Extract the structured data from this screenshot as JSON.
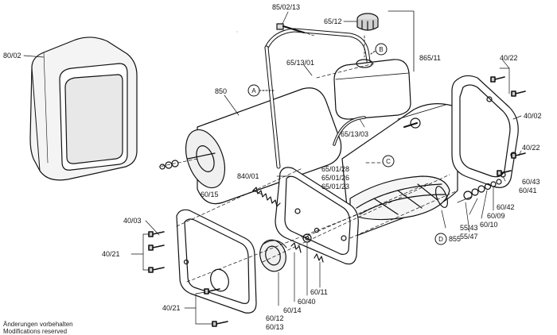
{
  "labels": {
    "p80_02": "80/02",
    "p85_02_13": "85/02/13",
    "p65_12": "65/12",
    "p865_11": "865/11",
    "p40_22_top": "40/22",
    "p65_13_01": "65/13/01",
    "p850": "850",
    "p40_02": "40/02",
    "p65_13_03": "65/13/03",
    "p40_22_right": "40/22",
    "p840_01": "840/01",
    "p65_01_28": "65/01/28",
    "p65_01_26": "65/01/26",
    "p65_01_23": "65/01/23",
    "p60_43": "60/43",
    "p60_41": "60/41",
    "p60_15": "60/15",
    "p60_42": "60/42",
    "p60_09": "60/09",
    "p60_10": "60/10",
    "p55_43": "55/43",
    "p55_47": "55/47",
    "p855": "855",
    "p40_03": "40/03",
    "p40_21_a": "40/21",
    "p40_21_b": "40/21",
    "p60_11": "60/11",
    "p60_40": "60/40",
    "p60_14": "60/14",
    "p60_12": "60/12",
    "p60_13": "60/13"
  },
  "callouts": {
    "a": "A",
    "b": "B",
    "c": "C",
    "d": "D"
  },
  "footer": {
    "line1": "Änderungen vorbehalten",
    "line2": "Modifications reserved"
  }
}
